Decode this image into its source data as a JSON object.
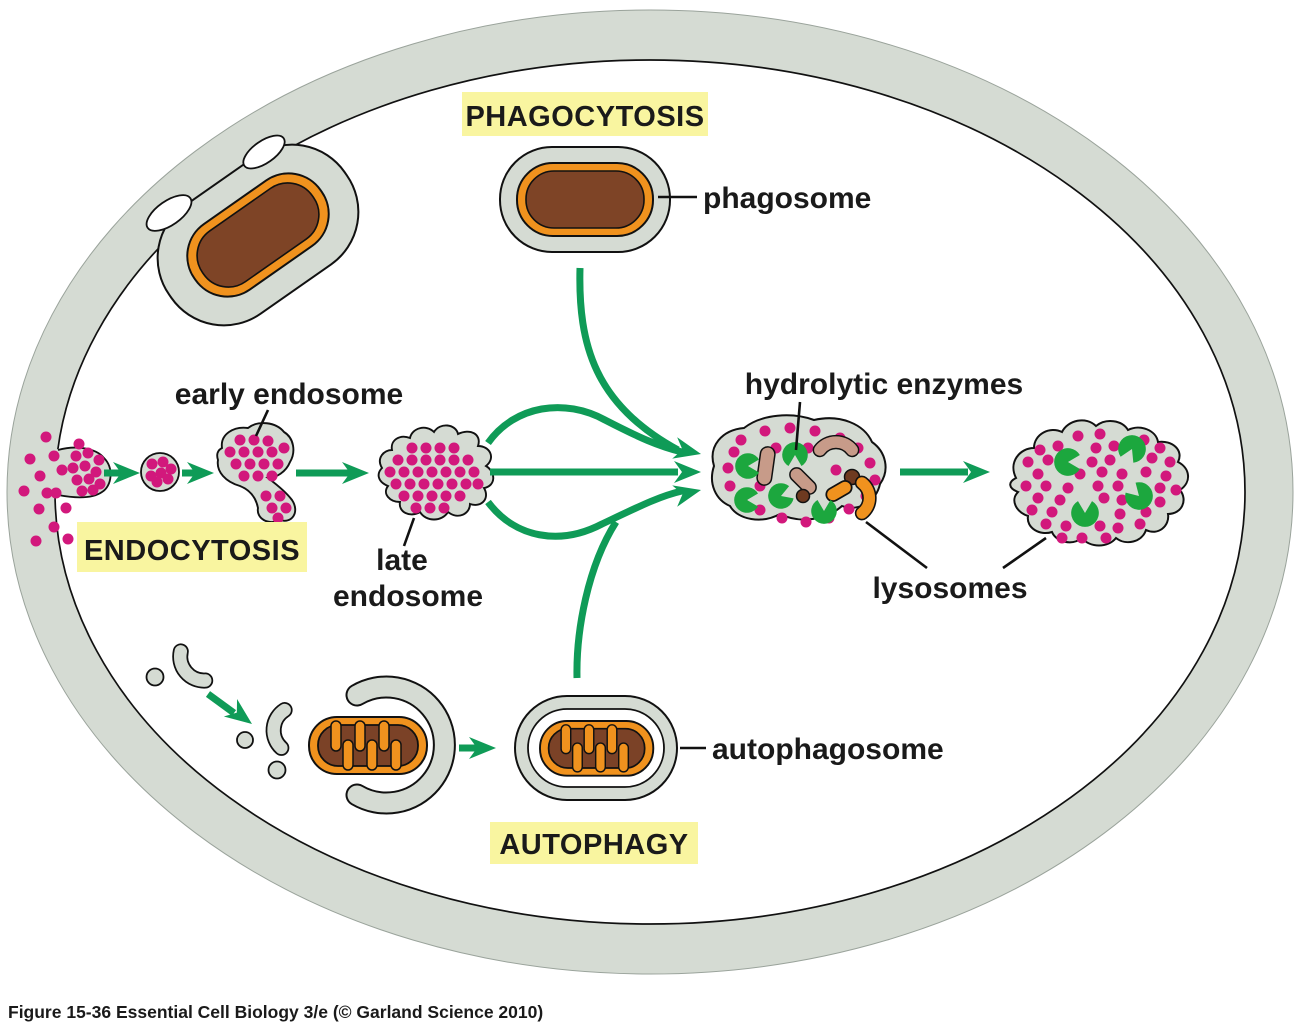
{
  "figure": {
    "caption": "Figure 15-36  Essential Cell Biology 3/e (© Garland Science 2010)"
  },
  "labels": {
    "phagocytosis": "PHAGOCYTOSIS",
    "endocytosis": "ENDOCYTOSIS",
    "autophagy": "AUTOPHAGY",
    "phagosome": "phagosome",
    "early_endosome": "early endosome",
    "late_endosome_line1": "late",
    "late_endosome_line2": "endosome",
    "hydrolytic_enzymes": "hydrolytic enzymes",
    "lysosomes": "lysosomes",
    "autophagosome": "autophagosome"
  },
  "colors": {
    "membrane_gray": "#d5dbd3",
    "label_highlight_yellow": "#f9f5a0",
    "arrow_green": "#0f9b57",
    "enzyme_green": "#1ca73e",
    "cargo_pink": "#d2187c",
    "bacterium_orange": "#f0921e",
    "bacterium_brown": "#7e4426",
    "mitochondrion_brown": "#7b4227",
    "debris_tan": "#c79b89",
    "debris_dark_brown": "#6e3a20",
    "outline_black": "#111111"
  }
}
